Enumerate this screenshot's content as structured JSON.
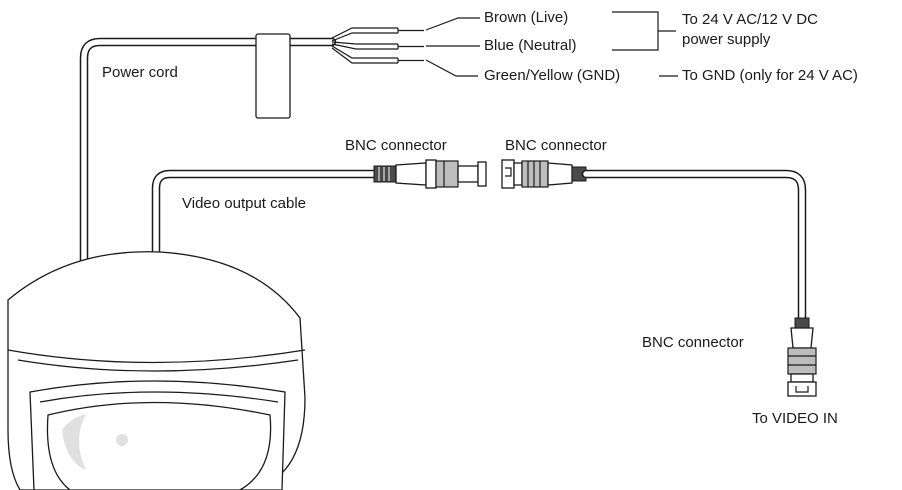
{
  "labels": {
    "brown_wire": "Brown (Live)",
    "blue_wire": "Blue (Neutral)",
    "green_wire": "Green/Yellow (GND)",
    "power_supply_line1": "To 24 V AC/12 V DC",
    "power_supply_line2": "power supply",
    "to_gnd": "To GND (only for 24 V AC)",
    "power_cord": "Power cord",
    "bnc_connector_camera": "BNC connector",
    "bnc_connector_cable": "BNC connector",
    "bnc_connector_end": "BNC connector",
    "video_output_cable": "Video output cable",
    "to_video_in": "To VIDEO IN"
  }
}
